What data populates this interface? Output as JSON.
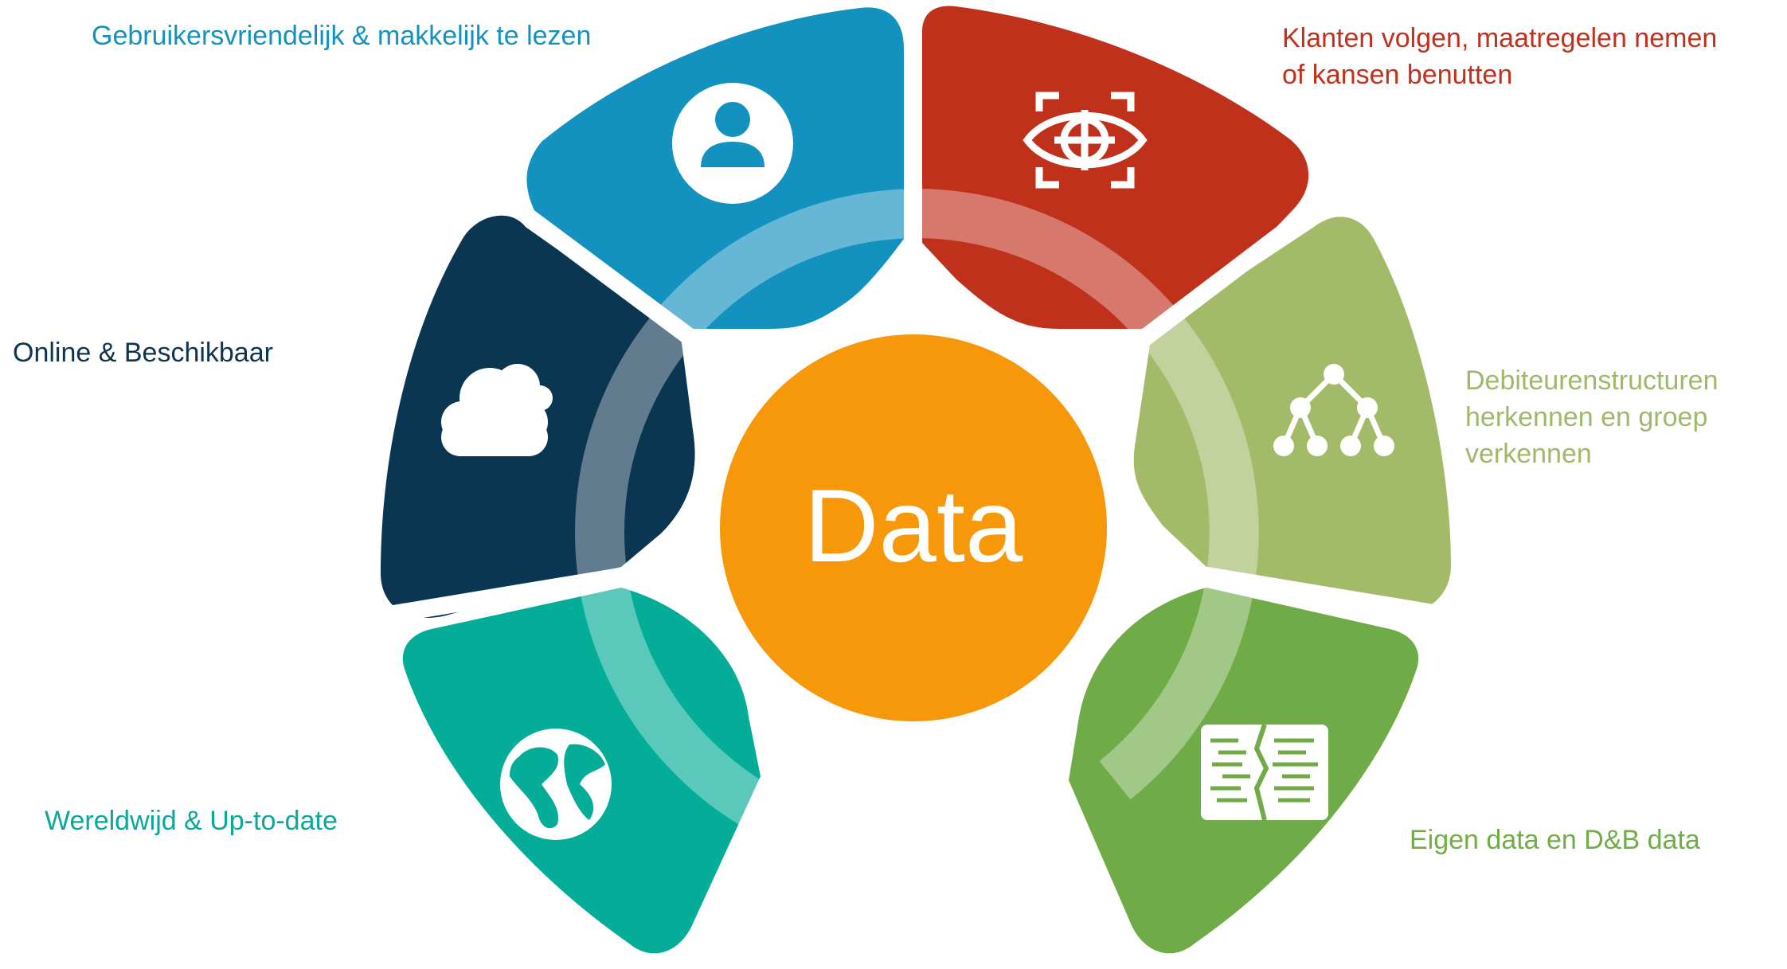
{
  "center": {
    "label": "Data",
    "color": "#f7970a"
  },
  "segments": [
    {
      "id": "top-left",
      "color": "#1391bf",
      "icon": "user-icon",
      "label_lines": [
        "Gebruikersvriendelijk & makkelijk te lezen"
      ]
    },
    {
      "id": "top-right",
      "color": "#c0311c",
      "icon": "eye-target-icon",
      "label_lines": [
        "Klanten volgen, maatregelen nemen",
        "of kansen benutten"
      ]
    },
    {
      "id": "mid-left",
      "color": "#0b3652",
      "icon": "cloud-icon",
      "label_lines": [
        "Online & Beschikbaar"
      ]
    },
    {
      "id": "mid-right",
      "color": "#a3bb69",
      "icon": "hierarchy-tree-icon",
      "label_lines": [
        "Debiteurenstructuren",
        "herkennen en groep",
        "verkennen"
      ]
    },
    {
      "id": "bot-left",
      "color": "#03ad98",
      "icon": "globe-icon",
      "label_lines": [
        "Wereldwijd & Up-to-date"
      ]
    },
    {
      "id": "bot-right",
      "color": "#6fab46",
      "icon": "data-merge-icon",
      "label_lines": [
        "Eigen data en D&B data"
      ]
    }
  ]
}
